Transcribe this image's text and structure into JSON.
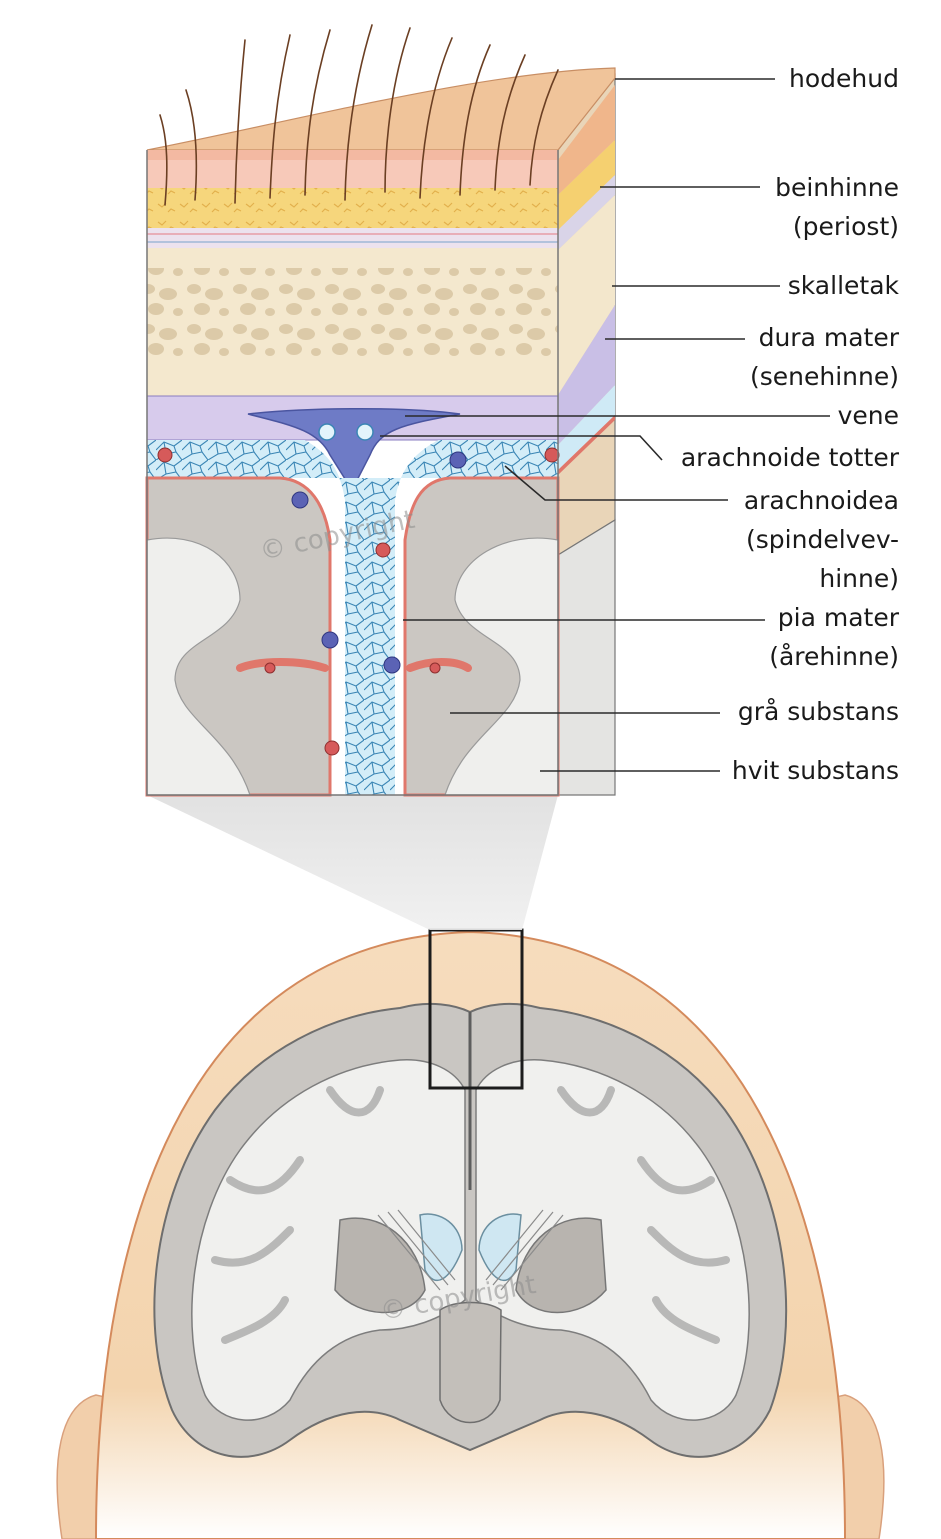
{
  "labels": {
    "hodehud": [
      "hodehud"
    ],
    "beinhinne": [
      "beinhinne",
      "(periost)"
    ],
    "skalletak": [
      "skalletak"
    ],
    "dura": [
      "dura mater",
      "(senehinne)"
    ],
    "vene": [
      "vene"
    ],
    "totter": [
      "arachnoide totter"
    ],
    "arachnoidea": [
      "arachnoidea",
      "(spindelvev-",
      "hinne)"
    ],
    "pia": [
      "pia mater",
      "(årehinne)"
    ],
    "graa": [
      "grå substans"
    ],
    "hvit": [
      "hvit substans"
    ]
  },
  "watermark": "© copyright",
  "colors": {
    "skin": "#f2c9a0",
    "fat": "#f5d57a",
    "bone": "#f3e7cc",
    "bone_pore": "#ddcaa6",
    "dura": "#d4c8ea",
    "vein": "#6d79c4",
    "arachnoid": "#d5eef8",
    "pia": "#e0776b",
    "gray_matter": "#cbc7c2",
    "white_matter": "#eeeeec",
    "head": "#f5d9b5"
  }
}
